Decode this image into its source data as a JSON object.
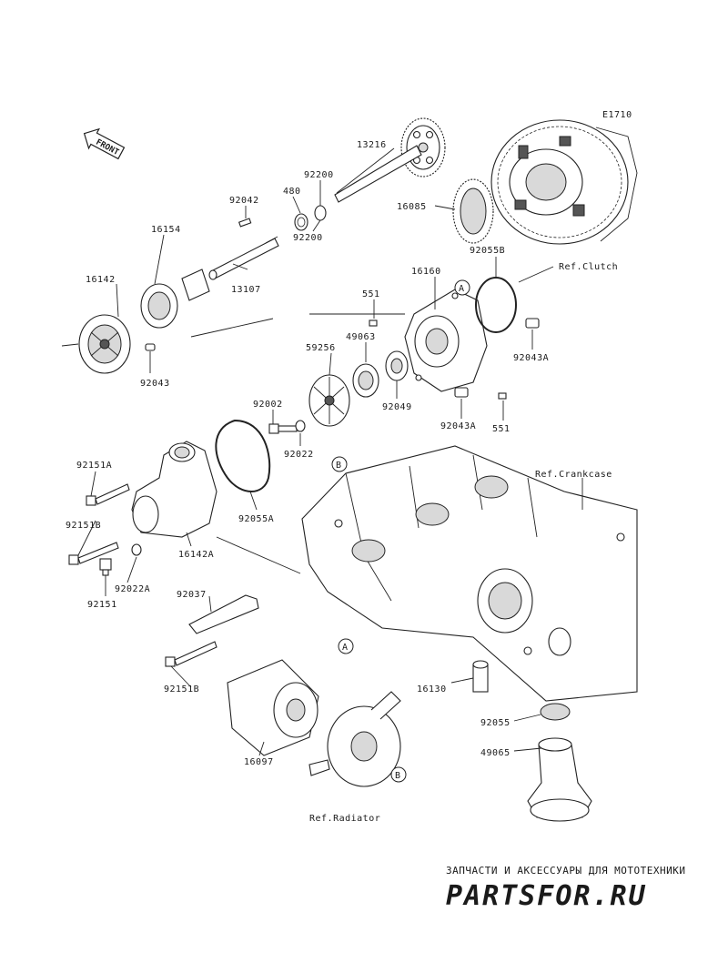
{
  "diagram": {
    "code": "E1710",
    "front_label": "FRONT",
    "part_numbers": [
      {
        "id": "13216",
        "text": "13216"
      },
      {
        "id": "92200a",
        "text": "92200"
      },
      {
        "id": "480",
        "text": "480"
      },
      {
        "id": "92042",
        "text": "92042"
      },
      {
        "id": "16085",
        "text": "16085"
      },
      {
        "id": "16154",
        "text": "16154"
      },
      {
        "id": "92200b",
        "text": "92200"
      },
      {
        "id": "92055B",
        "text": "92055B"
      },
      {
        "id": "16142",
        "text": "16142"
      },
      {
        "id": "13107",
        "text": "13107"
      },
      {
        "id": "16160",
        "text": "16160"
      },
      {
        "id": "551a",
        "text": "551"
      },
      {
        "id": "49063",
        "text": "49063"
      },
      {
        "id": "59256",
        "text": "59256"
      },
      {
        "id": "92043A_a",
        "text": "92043A"
      },
      {
        "id": "92043",
        "text": "92043"
      },
      {
        "id": "92002",
        "text": "92002"
      },
      {
        "id": "92049",
        "text": "92049"
      },
      {
        "id": "92043A_b",
        "text": "92043A"
      },
      {
        "id": "551b",
        "text": "551"
      },
      {
        "id": "92022",
        "text": "92022"
      },
      {
        "id": "92151A",
        "text": "92151A"
      },
      {
        "id": "92055A",
        "text": "92055A"
      },
      {
        "id": "92151B_a",
        "text": "92151B"
      },
      {
        "id": "16142A",
        "text": "16142A"
      },
      {
        "id": "92022A",
        "text": "92022A"
      },
      {
        "id": "92151",
        "text": "92151"
      },
      {
        "id": "92037",
        "text": "92037"
      },
      {
        "id": "92151B_b",
        "text": "92151B"
      },
      {
        "id": "16130",
        "text": "16130"
      },
      {
        "id": "92055",
        "text": "92055"
      },
      {
        "id": "49065",
        "text": "49065"
      },
      {
        "id": "16097",
        "text": "16097"
      }
    ],
    "references": [
      {
        "id": "clutch",
        "text": "Ref.Clutch"
      },
      {
        "id": "crankcase",
        "text": "Ref.Crankcase"
      },
      {
        "id": "radiator",
        "text": "Ref.Radiator"
      }
    ],
    "callouts": [
      {
        "id": "A1",
        "text": "A"
      },
      {
        "id": "B1",
        "text": "B"
      },
      {
        "id": "A2",
        "text": "A"
      },
      {
        "id": "B2",
        "text": "B"
      }
    ]
  },
  "watermark": {
    "caption": "ЗАПЧАСТИ И АКСЕССУАРЫ ДЛЯ МОТОТЕХНИКИ",
    "logo": "PARTSFOR.RU",
    "logo_color": "#f2a7a7"
  }
}
